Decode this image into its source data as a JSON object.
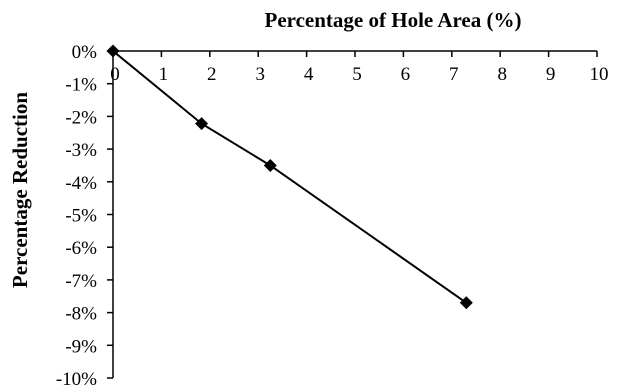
{
  "chart_data": {
    "type": "line",
    "title": "",
    "xlabel": "Percentage of Hole Area (%)",
    "ylabel": "Percentage Reduction",
    "xlim": [
      0,
      10
    ],
    "ylim": [
      -10,
      0
    ],
    "x_ticks": [
      "0",
      "1",
      "2",
      "3",
      "4",
      "5",
      "6",
      "7",
      "8",
      "9",
      "10"
    ],
    "y_ticks": [
      "0%",
      "-1%",
      "-2%",
      "-3%",
      "-4%",
      "-5%",
      "-6%",
      "-7%",
      "-8%",
      "-9%",
      "-10%"
    ],
    "grid": false,
    "legend": "none",
    "x_axis_position": "top",
    "series": [
      {
        "x": [
          0,
          1.83,
          3.25,
          7.3
        ],
        "y": [
          0,
          -2.22,
          -3.5,
          -7.7
        ],
        "color": "#000000",
        "marker": "diamond"
      }
    ]
  }
}
